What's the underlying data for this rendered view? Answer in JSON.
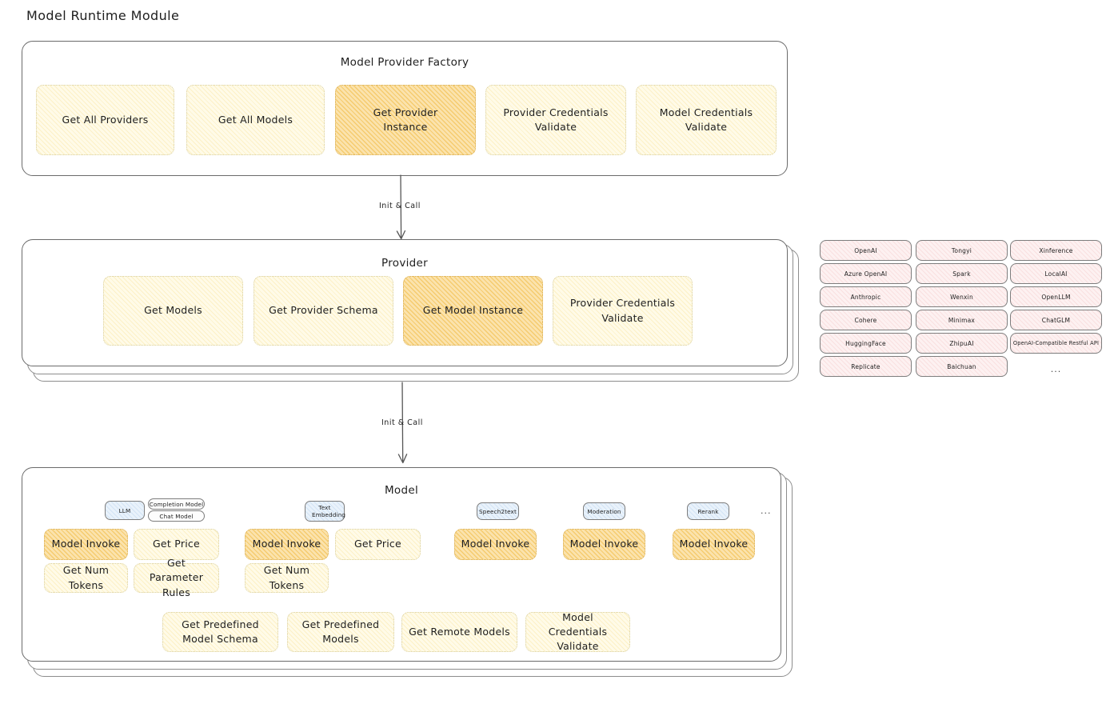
{
  "page": {
    "title": "Model Runtime Module"
  },
  "colors": {
    "highlight_amber": "#fbe3ad",
    "node_cream": "#fffbe8",
    "provider_pill_pink": "#fdf1f1",
    "badge_blue": "#e9f2fb",
    "stroke": "#6b6b6b"
  },
  "factory": {
    "title": "Model Provider Factory",
    "nodes": [
      {
        "label": "Get All Providers",
        "highlighted": false
      },
      {
        "label": "Get All Models",
        "highlighted": false
      },
      {
        "label": "Get Provider Instance",
        "highlighted": true
      },
      {
        "label": "Provider Credentials Validate",
        "highlighted": false
      },
      {
        "label": "Model Credentials Validate",
        "highlighted": false
      }
    ]
  },
  "arrow_factory_to_provider": {
    "label": "Init & Call"
  },
  "provider": {
    "title": "Provider",
    "nodes": [
      {
        "label": "Get Models",
        "highlighted": false
      },
      {
        "label": "Get Provider Schema",
        "highlighted": false
      },
      {
        "label": "Get Model Instance",
        "highlighted": true
      },
      {
        "label": "Provider Credentials Validate",
        "highlighted": false
      }
    ]
  },
  "arrow_provider_to_model": {
    "label": "Init & Call"
  },
  "provider_list": {
    "column1": [
      "OpenAI",
      "Azure OpenAI",
      "Anthropic",
      "Cohere",
      "HuggingFace",
      "Replicate"
    ],
    "column2": [
      "Tongyi",
      "Spark",
      "Wenxin",
      "Minimax",
      "ZhipuAI",
      "Baichuan"
    ],
    "column3": [
      "Xinference",
      "LocalAI",
      "OpenLLM",
      "ChatGLM",
      "OpenAI-Compatible Restful API"
    ],
    "more": "..."
  },
  "model": {
    "title": "Model",
    "more_badge": "...",
    "types": [
      {
        "badges": [
          {
            "label": "LLM",
            "style": "blue"
          },
          {
            "label": "Completion Model",
            "style": "plain"
          },
          {
            "label": "Chat Model",
            "style": "plain"
          }
        ],
        "nodes": [
          {
            "label": "Model Invoke",
            "highlighted": true
          },
          {
            "label": "Get Price",
            "highlighted": false
          },
          {
            "label": "Get Num Tokens",
            "highlighted": false
          },
          {
            "label": "Get Parameter Rules",
            "highlighted": false
          }
        ]
      },
      {
        "badges": [
          {
            "label": "Text Embedding",
            "style": "blue"
          }
        ],
        "nodes": [
          {
            "label": "Model Invoke",
            "highlighted": true
          },
          {
            "label": "Get Price",
            "highlighted": false
          },
          {
            "label": "Get Num Tokens",
            "highlighted": false
          }
        ]
      },
      {
        "badges": [
          {
            "label": "Speech2text",
            "style": "blue"
          }
        ],
        "nodes": [
          {
            "label": "Model Invoke",
            "highlighted": true
          }
        ]
      },
      {
        "badges": [
          {
            "label": "Moderation",
            "style": "blue"
          }
        ],
        "nodes": [
          {
            "label": "Model Invoke",
            "highlighted": true
          }
        ]
      },
      {
        "badges": [
          {
            "label": "Rerank",
            "style": "blue"
          }
        ],
        "nodes": [
          {
            "label": "Model Invoke",
            "highlighted": true
          }
        ]
      }
    ],
    "common_nodes": [
      {
        "label": "Get Predefined Model Schema",
        "highlighted": false
      },
      {
        "label": "Get Predefined Models",
        "highlighted": false
      },
      {
        "label": "Get Remote Models",
        "highlighted": false
      },
      {
        "label": "Model Credentials Validate",
        "highlighted": false
      }
    ]
  }
}
